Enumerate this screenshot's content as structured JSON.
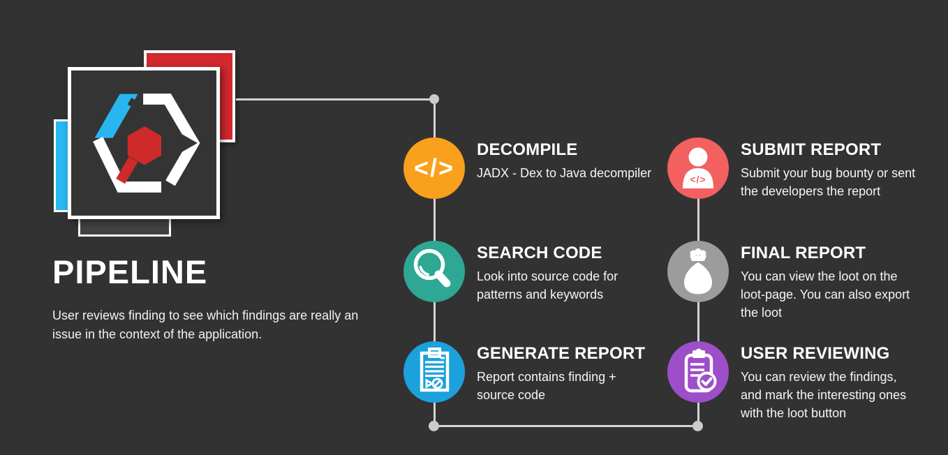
{
  "canvas": {
    "background": "#333232"
  },
  "logo": {
    "label": "hexagon-code-logo",
    "colors": {
      "red_square": "#D2282E",
      "blue_bar": "#29B7F2",
      "gray_bar": "#414141",
      "square_bg": "#343434",
      "border": "#FFFFFF",
      "hex_blue": "#29B6F0",
      "hex_red": "#CE2A2A",
      "hex_white": "#FFFFFF"
    }
  },
  "title_block": {
    "title": "PIPELINE",
    "description_lines": [
      "User reviews finding to see which findings are really an",
      "issue in the context of the application."
    ]
  },
  "connectors": {
    "line_color": "#D4D4D4",
    "dot_color": "#CBCBCB"
  },
  "glyphs": {
    "code": "</>",
    "person_chest": "</>"
  },
  "steps": {
    "left": [
      {
        "title": "DECOMPILE",
        "icon": "code-icon",
        "color": "#F9A01C",
        "desc_lines": [
          "JADX - Dex to Java decompiler"
        ]
      },
      {
        "title": "SEARCH CODE",
        "icon": "search-icon",
        "color": "#2EA794",
        "desc_lines": [
          "Look into source code for",
          "patterns and keywords"
        ]
      },
      {
        "title": "GENERATE REPORT",
        "icon": "report-clipboard-icon",
        "color": "#1BA1DB",
        "desc_lines": [
          "Report contains finding +",
          "source code"
        ]
      }
    ],
    "right": [
      {
        "title": "SUBMIT REPORT",
        "icon": "person-code-icon",
        "color": "#F26060",
        "desc_lines": [
          "Submit your bug bounty or sent",
          "the developers the report"
        ]
      },
      {
        "title": "FINAL REPORT",
        "icon": "loot-bag-icon",
        "color": "#9C9C9C",
        "desc_lines": [
          "You can view the loot on the",
          "loot-page. You can also export",
          "the loot"
        ]
      },
      {
        "title": "USER REVIEWING",
        "icon": "clipboard-check-icon",
        "color": "#9D4EC9",
        "desc_lines": [
          "You can review the findings,",
          "and mark the interesting ones",
          "with the loot button"
        ]
      }
    ]
  }
}
